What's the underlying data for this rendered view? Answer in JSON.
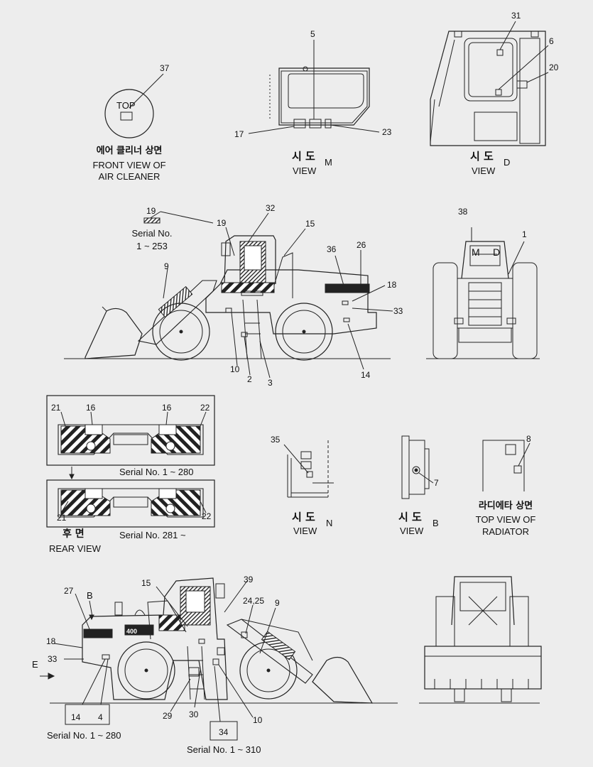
{
  "callouts": [
    "37",
    "5",
    "17",
    "23",
    "31",
    "6",
    "20",
    "19",
    "19",
    "32",
    "15",
    "38",
    "1",
    "36",
    "26",
    "9",
    "18",
    "33",
    "10",
    "2",
    "3",
    "14",
    "21",
    "16",
    "16",
    "22",
    "21",
    "22",
    "35",
    "8",
    "7",
    "27",
    "15",
    "39",
    "24,25",
    "9",
    "18",
    "33",
    "29",
    "30",
    "10",
    "14",
    "4",
    "34"
  ],
  "labels": {
    "top": "TOP",
    "air_cleaner_ko": "에어 클리너 상면",
    "air_cleaner_en1": "FRONT VIEW OF",
    "air_cleaner_en2": "AIR CLEANER",
    "view_ko": "시 도",
    "view_en": "VIEW",
    "m": "M",
    "d": "D",
    "n": "N",
    "b": "B",
    "e": "E",
    "serial_1_253_a": "Serial No.",
    "serial_1_253_b": "1 ~ 253",
    "serial_1_280": "Serial No. 1 ~ 280",
    "serial_281": "Serial No. 281 ~",
    "rear_ko": "후 면",
    "rear_en": "REAR VIEW",
    "radiator_ko": "라디에타 상면",
    "radiator_en1": "TOP VIEW OF",
    "radiator_en2": "RADIATOR",
    "serial_1_280_b": "Serial No. 1 ~ 280",
    "serial_1_310": "Serial No. 1 ~ 310",
    "brand_400": "400"
  }
}
